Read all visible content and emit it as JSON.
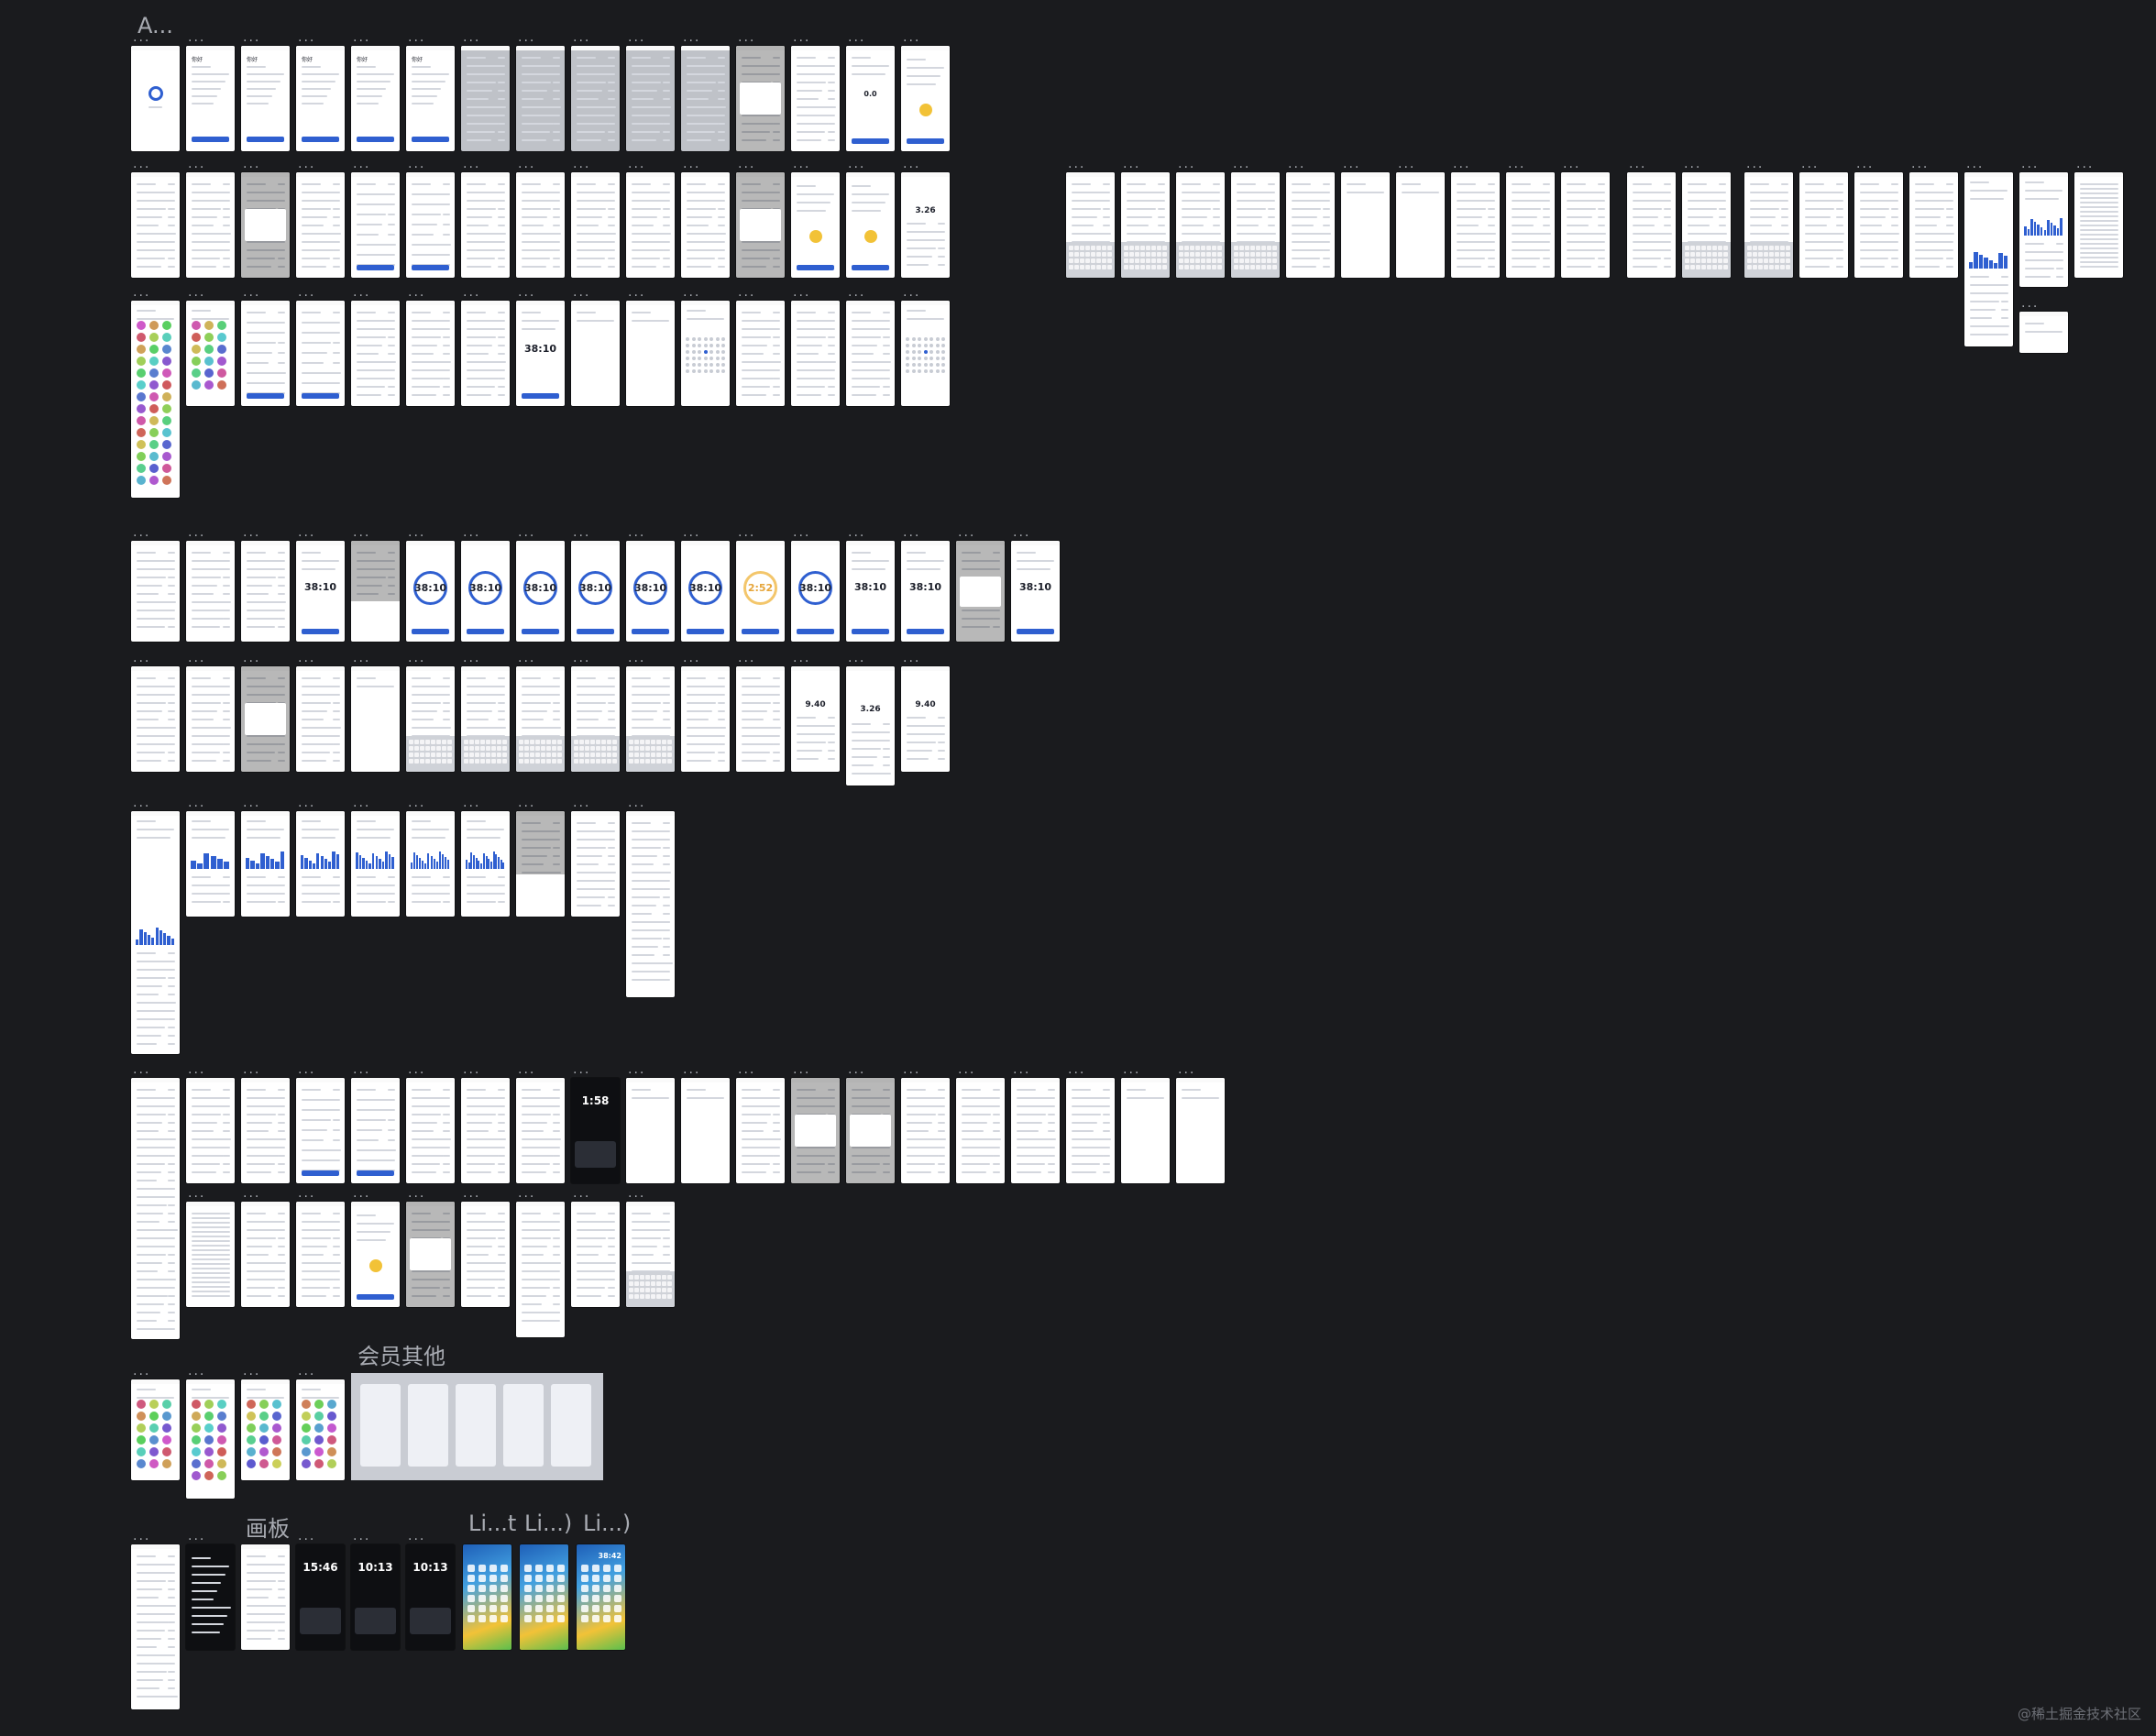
{
  "canvas": {
    "background": "#1a1b1e",
    "accent": "#2f5fd0"
  },
  "labels": {
    "top_section": "A...",
    "frame_dots": "...",
    "member_other": "会员其他",
    "board": "画板",
    "li1": "Li...t",
    "li2": "Li...)",
    "li3": "Li...)"
  },
  "screens": {
    "big_timer": "38:10",
    "timer_orange": "2:52",
    "stat_a": "3.26",
    "stat_b": "9.40",
    "lock_time_a": "1:58",
    "lock_time_b": "15:46",
    "lock_time_c": "10:13",
    "lock_time_d": "10:13",
    "home_time": "38:42",
    "login_title": "你好",
    "coin_value": "0.0"
  },
  "watermark": "@稀土掘金技术社区"
}
